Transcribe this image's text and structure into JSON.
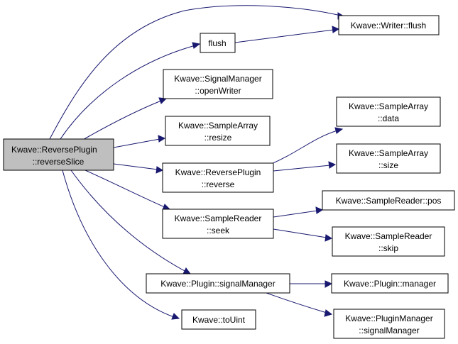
{
  "nodes": {
    "reverse_slice": [
      "Kwave::ReversePlugin",
      "::reverseSlice"
    ],
    "writer_flush": [
      "Kwave::Writer::flush"
    ],
    "flush": [
      "flush"
    ],
    "open_writer": [
      "Kwave::SignalManager",
      "::openWriter"
    ],
    "array_resize": [
      "Kwave::SampleArray",
      "::resize"
    ],
    "plugin_reverse": [
      "Kwave::ReversePlugin",
      "::reverse"
    ],
    "array_data": [
      "Kwave::SampleArray",
      "::data"
    ],
    "array_size": [
      "Kwave::SampleArray",
      "::size"
    ],
    "reader_seek": [
      "Kwave::SampleReader",
      "::seek"
    ],
    "reader_pos": [
      "Kwave::SampleReader::pos"
    ],
    "reader_skip": [
      "Kwave::SampleReader",
      "::skip"
    ],
    "plugin_signal_manager": [
      "Kwave::Plugin::signalManager"
    ],
    "plugin_manager": [
      "Kwave::Plugin::manager"
    ],
    "pluginmanager_signal_manager": [
      "Kwave::PluginManager",
      "::signalManager"
    ],
    "to_uint": [
      "Kwave::toUint"
    ]
  }
}
